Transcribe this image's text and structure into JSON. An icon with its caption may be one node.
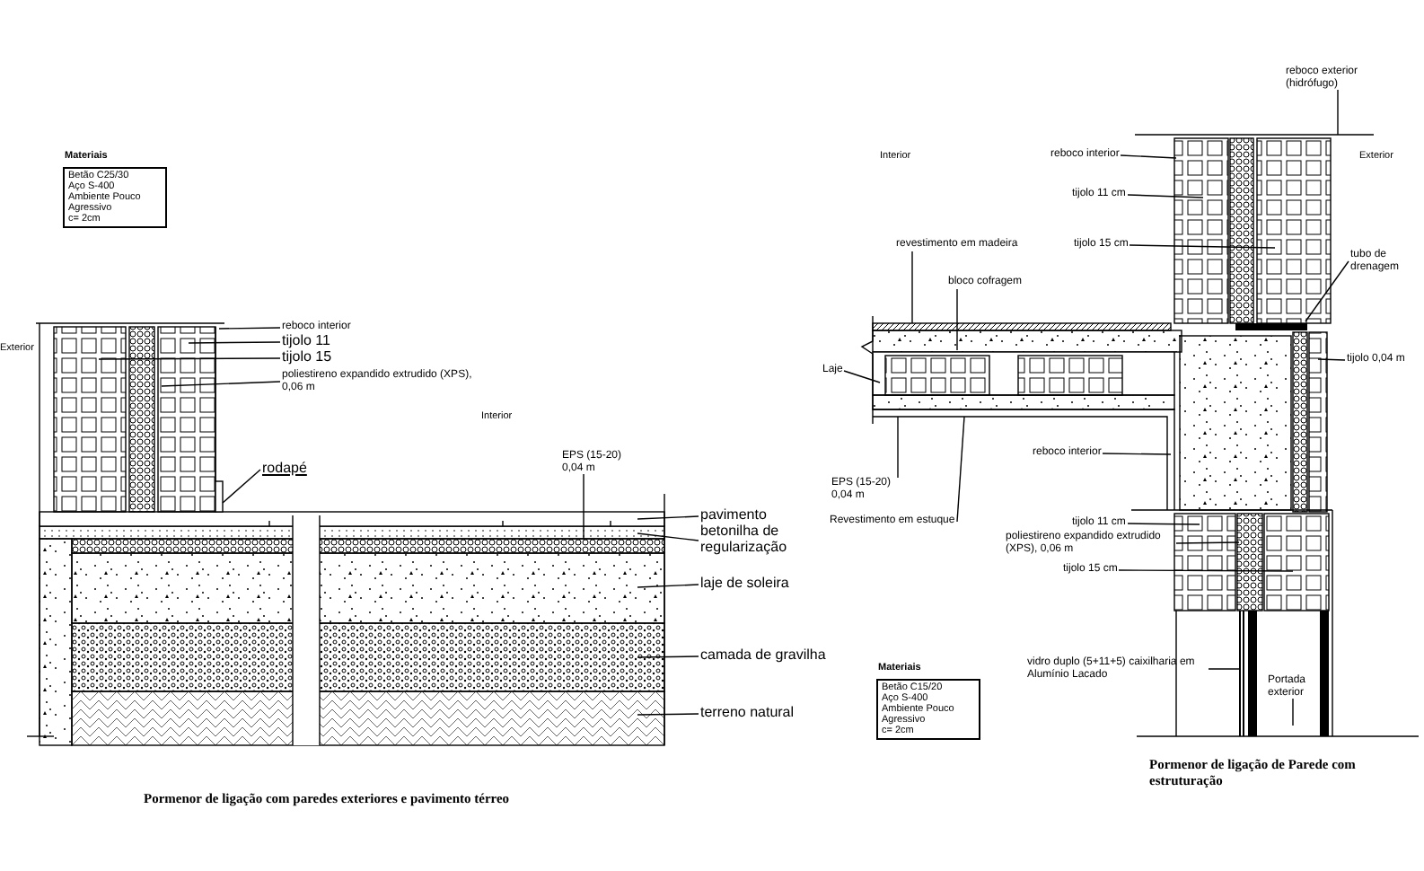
{
  "diagram": {
    "nodes": [
      {
        "text": [
          "Materiais",
          "Betão C25/30",
          "Aço S-400",
          "Ambiente Pouco Agressivo",
          "c= 2cm"
        ]
      },
      {
        "text": [
          "reboco interior"
        ]
      },
      {
        "text": [
          "tijolo 11"
        ]
      },
      {
        "text": [
          "tijolo 15"
        ]
      },
      {
        "text": [
          "poliestireno expandido extrudido (XPS), 0,06 m"
        ]
      },
      {
        "text": [
          "rodapé"
        ]
      },
      {
        "text": [
          "EPS (15-20) 0,04 m"
        ]
      },
      {
        "text": [
          "pavimento"
        ]
      },
      {
        "text": [
          "betonilha de regularização"
        ]
      },
      {
        "text": [
          "laje de soleira"
        ]
      },
      {
        "text": [
          "camada de gravilha"
        ]
      },
      {
        "text": [
          "terreno natural"
        ]
      },
      {
        "text": [
          "reboco exterior (hidrófugo)"
        ]
      },
      {
        "text": [
          "reboco interior"
        ]
      },
      {
        "text": [
          "tijolo 11 cm"
        ]
      },
      {
        "text": [
          "revestimento em madeira"
        ]
      },
      {
        "text": [
          "tijolo 15 cm"
        ]
      },
      {
        "text": [
          "tubo de drenagem"
        ]
      },
      {
        "text": [
          "bloco cofragem"
        ]
      },
      {
        "text": [
          "tijolo 0,04 m"
        ]
      },
      {
        "text": [
          "Laje"
        ]
      },
      {
        "text": [
          "reboco interior"
        ]
      },
      {
        "text": [
          "EPS (15-20) 0,04 m"
        ]
      },
      {
        "text": [
          "Revestimento em estuque"
        ]
      },
      {
        "text": [
          "tijolo 11 cm"
        ]
      },
      {
        "text": [
          "poliestireno expandido extrudido (XPS), 0,06 m"
        ]
      },
      {
        "text": [
          "tijolo 15 cm"
        ]
      },
      {
        "text": [
          "vidro duplo (5+11+5) caixilharia em Alumínio Lacado"
        ]
      },
      {
        "text": [
          "Portada exterior"
        ]
      },
      {
        "text": [
          "Materiais",
          "Betão C15/20",
          "Aço S-400",
          "Ambiente Pouco Agressivo",
          "c= 2cm"
        ]
      },
      {
        "text": [],
        "shape": "bar"
      }
    ],
    "edges": [
      {
        "from": 1,
        "to": null,
        "arrow": "none"
      },
      {
        "from": 2,
        "to": null,
        "arrow": "none"
      },
      {
        "from": 3,
        "to": null,
        "arrow": "none"
      },
      {
        "from": 4,
        "to": null,
        "arrow": "none"
      },
      {
        "from": 5,
        "to": null,
        "arrow": "none"
      },
      {
        "from": 6,
        "to": null,
        "arrow": "none"
      },
      {
        "from": 7,
        "to": null,
        "arrow": "none"
      },
      {
        "from": 8,
        "to": null,
        "arrow": "none"
      },
      {
        "from": 9,
        "to": null,
        "arrow": "none"
      },
      {
        "from": 10,
        "to": null,
        "arrow": "none"
      },
      {
        "from": 11,
        "to": null,
        "arrow": "none"
      },
      {
        "from": 12,
        "to": null,
        "arrow": "none"
      },
      {
        "from": 13,
        "to": null,
        "arrow": "none"
      },
      {
        "from": 14,
        "to": null,
        "arrow": "none"
      },
      {
        "from": 15,
        "to": null,
        "arrow": "none"
      },
      {
        "from": 16,
        "to": null,
        "arrow": "none"
      },
      {
        "from": 17,
        "to": null,
        "arrow": "none"
      },
      {
        "from": 18,
        "to": null,
        "arrow": "none"
      },
      {
        "from": 19,
        "to": null,
        "arrow": "none"
      },
      {
        "from": 20,
        "to": null,
        "arrow": "none"
      },
      {
        "from": 21,
        "to": null,
        "arrow": "none"
      },
      {
        "from": 22,
        "to": null,
        "arrow": "none"
      },
      {
        "from": 23,
        "to": null,
        "arrow": "none"
      },
      {
        "from": 24,
        "to": null,
        "arrow": "none"
      },
      {
        "from": 25,
        "to": null,
        "arrow": "none"
      },
      {
        "from": 26,
        "to": null,
        "arrow": "none"
      },
      {
        "from": 27,
        "to": 30,
        "arrow": "none"
      },
      {
        "from": 28,
        "to": null,
        "arrow": "none"
      }
    ],
    "labels": [
      "Exterior",
      "Interior",
      "Pormenor de ligação com paredes exteriores e pavimento térreo",
      "Interior",
      "Exterior",
      "Pormenor de ligação de Parede com estruturação"
    ]
  }
}
